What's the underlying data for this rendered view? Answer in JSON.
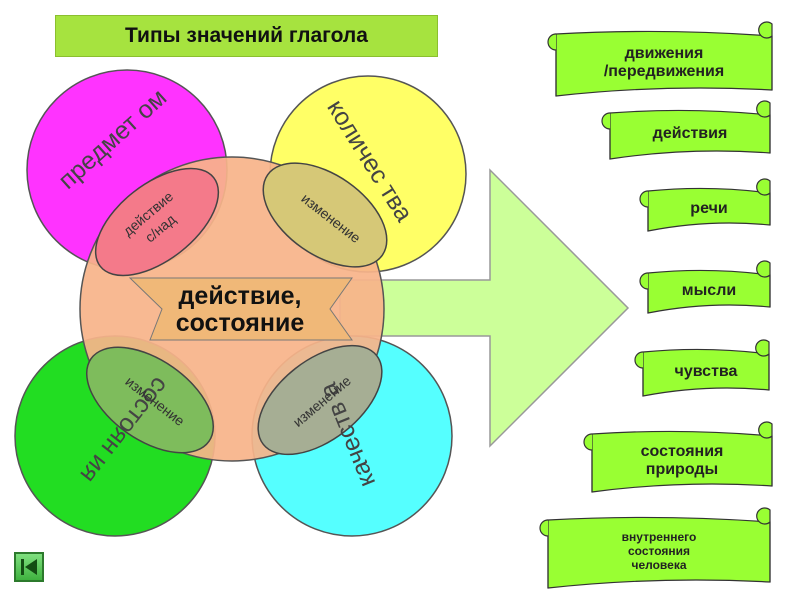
{
  "title": "Типы значений глагола",
  "circles": {
    "top_left": "предмет ом",
    "top_right": "количес тва",
    "bottom_left": "состоян ия",
    "bottom_right": "качеств а"
  },
  "overlaps": {
    "top_left": [
      "действие",
      "с/над"
    ],
    "top_right": "изменение",
    "bottom_left": "изменение",
    "bottom_right": "изменение"
  },
  "center_label": [
    "действие,",
    "состояние"
  ],
  "scrolls": [
    [
      "движения",
      "/передвижения"
    ],
    [
      "действия"
    ],
    [
      "речи"
    ],
    [
      "мысли"
    ],
    [
      "чувства"
    ],
    [
      "состояния",
      "природы"
    ],
    [
      "внутреннего",
      "состояния",
      "человека"
    ]
  ],
  "colors": {
    "title_bg": "#a6e33f",
    "circle_top_left": "#ff33ff",
    "circle_top_right": "#ffff66",
    "circle_bottom_left": "#22dd22",
    "circle_bottom_right": "#55ffff",
    "center_circle": "#f7b48a",
    "arrow": "#ccff99",
    "scroll": "#99ff33"
  },
  "nav": {
    "icon": "skip-to-start-icon"
  }
}
